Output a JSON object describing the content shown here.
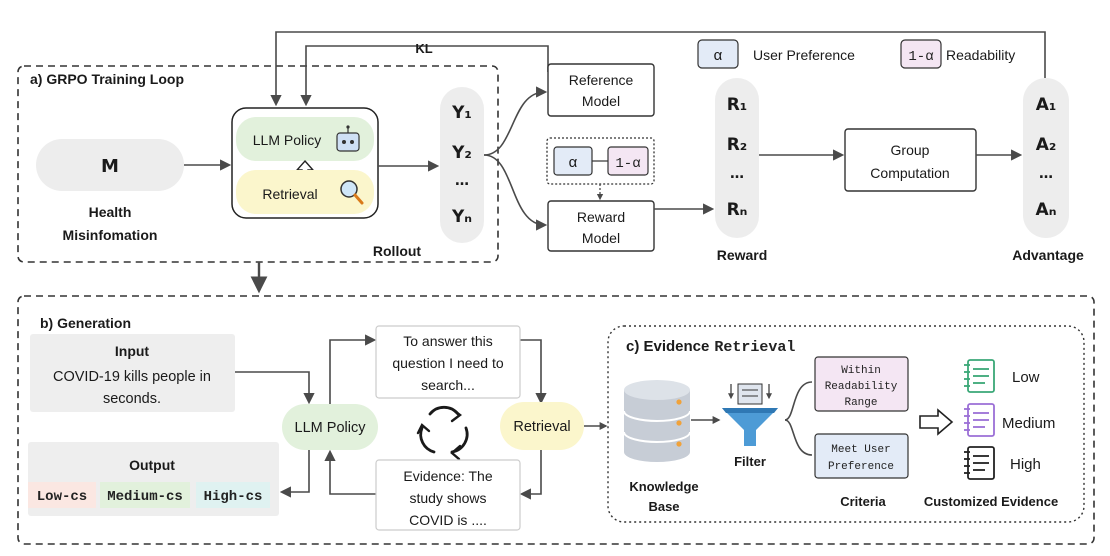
{
  "panel_a": {
    "title": "a) GRPO Training Loop",
    "kl": "KL",
    "input_symbol": "M",
    "input_label_line1": "Health",
    "input_label_line2": "Misinfomation",
    "policy_label": "LLM Policy",
    "retrieval_label": "Retrieval",
    "rollout_label": "Rollout",
    "outputs": {
      "y1": "Y₁",
      "y2": "Y₂",
      "dots": "…",
      "yn": "Yₙ"
    },
    "reference_model": [
      "Reference",
      "Model"
    ],
    "reward_model": [
      "Reward",
      "Model"
    ],
    "alpha": "α",
    "one_minus_alpha": "1-α",
    "rewards": {
      "r1": "R₁",
      "r2": "R₂",
      "dots": "…",
      "rn": "Rₙ"
    },
    "reward_label": "Reward",
    "group_computation": [
      "Group",
      "Computation"
    ],
    "advantages": {
      "a1": "A₁",
      "a2": "A₂",
      "dots": "…",
      "an": "Aₙ"
    },
    "advantage_label": "Advantage",
    "legend": {
      "alpha": "α",
      "alpha_text": "User Preference",
      "one_minus_alpha": "1-α",
      "one_minus_alpha_text": "Readability"
    }
  },
  "panel_b": {
    "title": "b) Generation",
    "input_title": "Input",
    "input_text": [
      "COVID-19 kills people in",
      "seconds."
    ],
    "output_title": "Output",
    "outputs": [
      "Low-cs",
      "Medium-cs",
      "High-cs"
    ],
    "policy_label": "LLM Policy",
    "retrieval_label": "Retrieval",
    "question": [
      "To answer this",
      "question I need to",
      "search..."
    ],
    "evidence": [
      "Evidence: The",
      "study shows",
      "COVID is ...."
    ]
  },
  "panel_c": {
    "title_prefix": "c) Evidence",
    "title_suffix": "Retrieval",
    "knowledge_base": [
      "Knowledge",
      "Base"
    ],
    "filter_label": "Filter",
    "criteria1": [
      "Within",
      "Readability",
      "Range"
    ],
    "criteria2": [
      "Meet User",
      "Preference"
    ],
    "criteria_label": "Criteria",
    "levels": [
      "Low",
      "Medium",
      "High"
    ],
    "customized_label": "Customized Evidence"
  },
  "colors": {
    "policy_green": "#e2f1dc",
    "retrieval_yellow": "#fbf6cc",
    "alpha_blue": "#e3ebf7",
    "oma_pink": "#f4e6f3",
    "low_green": "#3aa877",
    "medium_purple": "#9b6fd6",
    "high_black": "#222222"
  }
}
